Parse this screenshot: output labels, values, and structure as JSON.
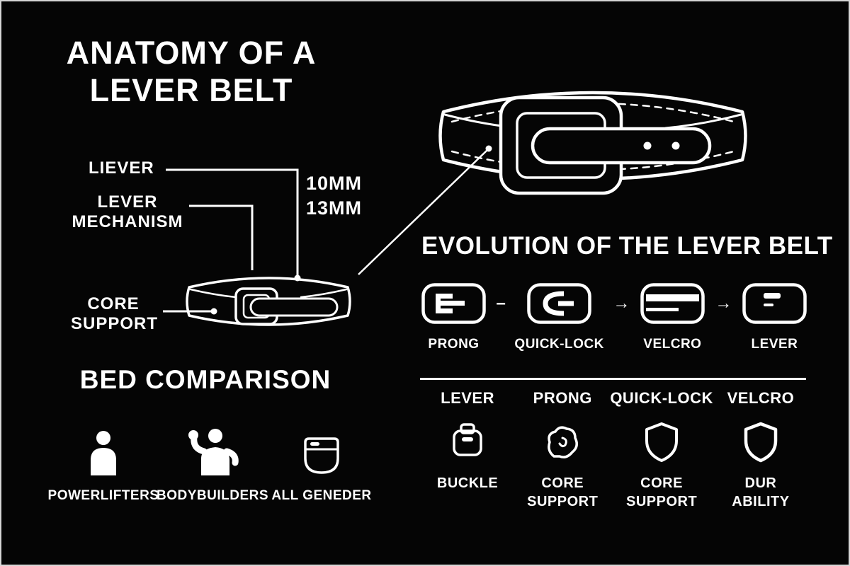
{
  "colors": {
    "background": "#050505",
    "foreground": "#ffffff"
  },
  "anatomy": {
    "title_line1": "ANATOMY OF A",
    "title_line2": "LEVER BELT",
    "labels": {
      "lever": "LIEVER",
      "mechanism_line1": "LEVER",
      "mechanism_line2": "MECHANISM",
      "thickness_line1": "10MM",
      "thickness_line2": "13MM",
      "core_line1": "CORE",
      "core_line2": "SUPPORT"
    }
  },
  "evolution": {
    "title": "EVOLUTION OF THE LEVER BELT",
    "stages": [
      {
        "label": "PRONG",
        "icon": "prong-buckle-icon"
      },
      {
        "label": "QUICK-LOCK",
        "icon": "quicklock-buckle-icon"
      },
      {
        "label": "VELCRO",
        "icon": "velcro-buckle-icon"
      },
      {
        "label": "LEVER",
        "icon": "lever-buckle-icon"
      }
    ],
    "connectors": [
      "–",
      "→",
      "→"
    ]
  },
  "features": {
    "columns": [
      {
        "header": "LEVER",
        "icon": "buckle-icon",
        "caption_line1": "BUCKLE",
        "caption_line2": ""
      },
      {
        "header": "PRONG",
        "icon": "core-support-icon",
        "caption_line1": "CORE",
        "caption_line2": "SUPPORT"
      },
      {
        "header": "QUICK-LOCK",
        "icon": "shield-icon",
        "caption_line1": "CORE",
        "caption_line2": "SUPPORT"
      },
      {
        "header": "VELCRO",
        "icon": "shield-icon",
        "caption_line1": "DUR",
        "caption_line2": "ABILITY"
      }
    ]
  },
  "comparison": {
    "title": "BED COMPARISON",
    "items": [
      {
        "label": "POWERLIFTERS",
        "icon": "person-icon"
      },
      {
        "label": "BODYBUILDERS",
        "icon": "bodybuilder-icon"
      },
      {
        "label": "ALL GENEDER",
        "icon": "belt-pouch-icon"
      }
    ]
  }
}
